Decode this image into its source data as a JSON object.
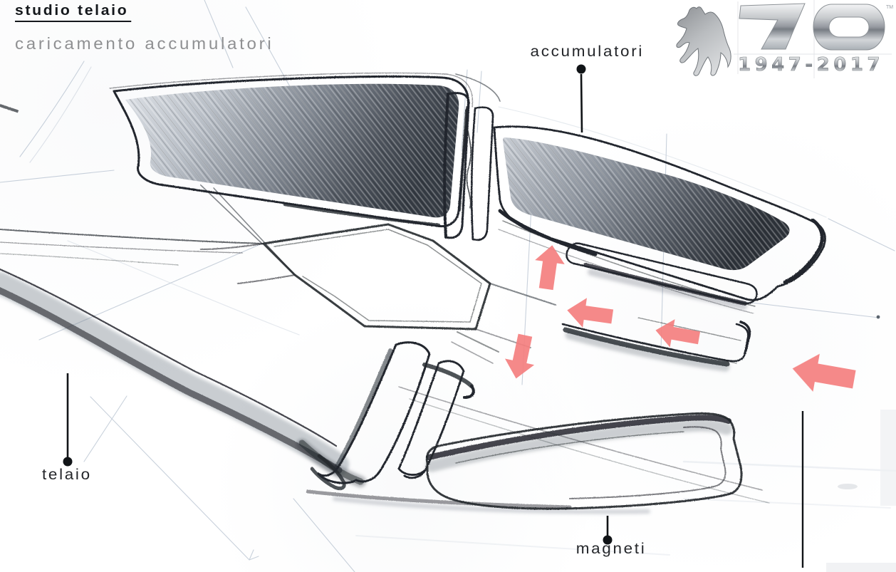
{
  "header": {
    "title": "studio telaio",
    "subtitle": "caricamento accumulatori"
  },
  "callouts": [
    {
      "id": "accumulatori",
      "label": "accumulatori"
    },
    {
      "id": "telaio",
      "label": "telaio"
    },
    {
      "id": "magneti",
      "label": "magneti"
    }
  ],
  "arrows": [
    {
      "name": "arrow-up",
      "direction": "up"
    },
    {
      "name": "arrow-down",
      "direction": "down"
    },
    {
      "name": "arrow-left-mid",
      "direction": "left"
    },
    {
      "name": "arrow-left-small",
      "direction": "left"
    },
    {
      "name": "arrow-left-large",
      "direction": "left"
    }
  ],
  "logo": {
    "anniversary_number": "70",
    "years": "1947-2017",
    "trademark": "TM",
    "horse_icon": "prancing-horse"
  },
  "colors": {
    "arrow": "#f57f7f",
    "ink": "#22262c",
    "pencil": "#94a2b2",
    "title_gray": "#8f9092",
    "paper": "#ffffff"
  }
}
